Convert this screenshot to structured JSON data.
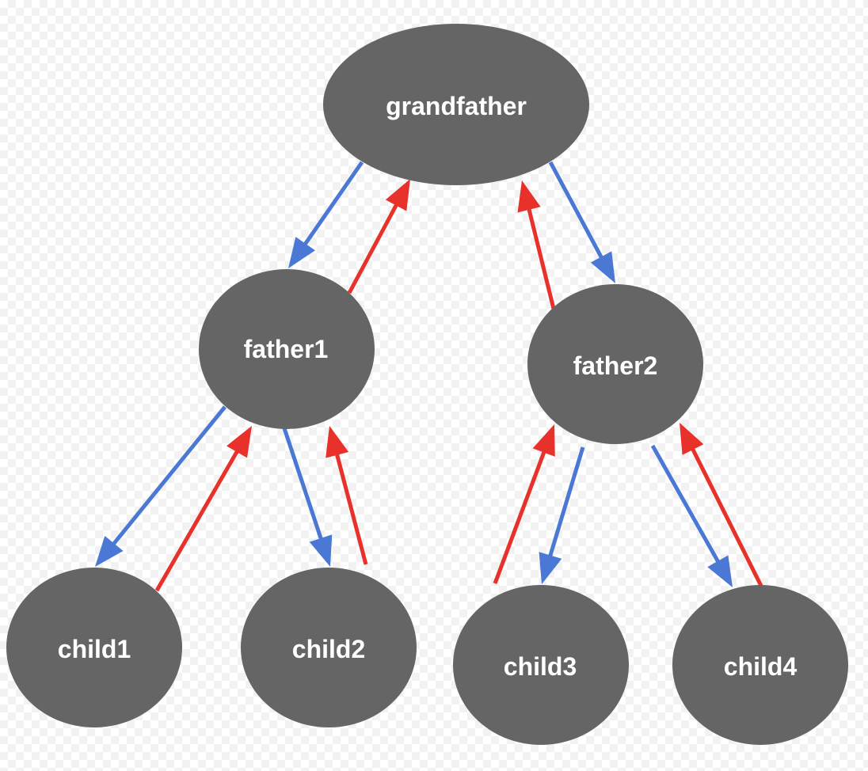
{
  "nodes": {
    "grandfather": {
      "label": "grandfather"
    },
    "father1": {
      "label": "father1"
    },
    "father2": {
      "label": "father2"
    },
    "child1": {
      "label": "child1"
    },
    "child2": {
      "label": "child2"
    },
    "child3": {
      "label": "child3"
    },
    "child4": {
      "label": "child4"
    }
  },
  "colors": {
    "node_fill": "#656565",
    "node_text": "#ffffff",
    "down_arrow": "#4a78d4",
    "up_arrow": "#e8312a"
  },
  "edges": [
    {
      "from": "grandfather",
      "to": "father1",
      "direction": "down"
    },
    {
      "from": "father1",
      "to": "grandfather",
      "direction": "up"
    },
    {
      "from": "grandfather",
      "to": "father2",
      "direction": "down"
    },
    {
      "from": "father2",
      "to": "grandfather",
      "direction": "up"
    },
    {
      "from": "father1",
      "to": "child1",
      "direction": "down"
    },
    {
      "from": "child1",
      "to": "father1",
      "direction": "up"
    },
    {
      "from": "father1",
      "to": "child2",
      "direction": "down"
    },
    {
      "from": "child2",
      "to": "father1",
      "direction": "up"
    },
    {
      "from": "father2",
      "to": "child3",
      "direction": "down"
    },
    {
      "from": "child3",
      "to": "father2",
      "direction": "up"
    },
    {
      "from": "father2",
      "to": "child4",
      "direction": "down"
    },
    {
      "from": "child4",
      "to": "father2",
      "direction": "up"
    }
  ]
}
